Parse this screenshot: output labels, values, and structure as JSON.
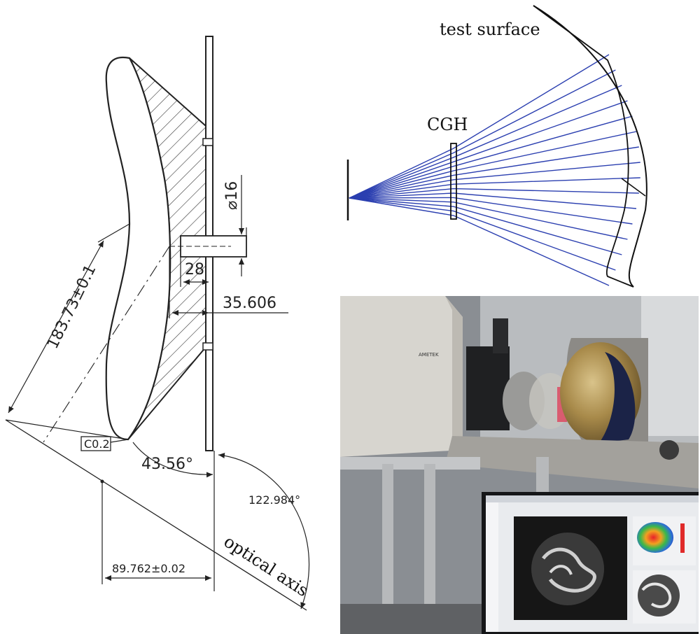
{
  "drawing": {
    "dimensions": {
      "diameter": "⌀16",
      "depth_28": "28",
      "depth_35": "35.606",
      "slant_length": "183.73±0.1",
      "chamfer": "C0.2",
      "angle_small": "43.56°",
      "angle_large": "122.984°",
      "offset": "89.762±0.02"
    },
    "labels": {
      "optical_axis": "optical axis"
    }
  },
  "ray_diagram": {
    "labels": {
      "test_surface": "test surface",
      "cgh": "CGH"
    },
    "ray_color": "#2b3fb0"
  },
  "photo": {
    "brand": "AMETEK",
    "icon": "interferometer-setup-photo"
  }
}
